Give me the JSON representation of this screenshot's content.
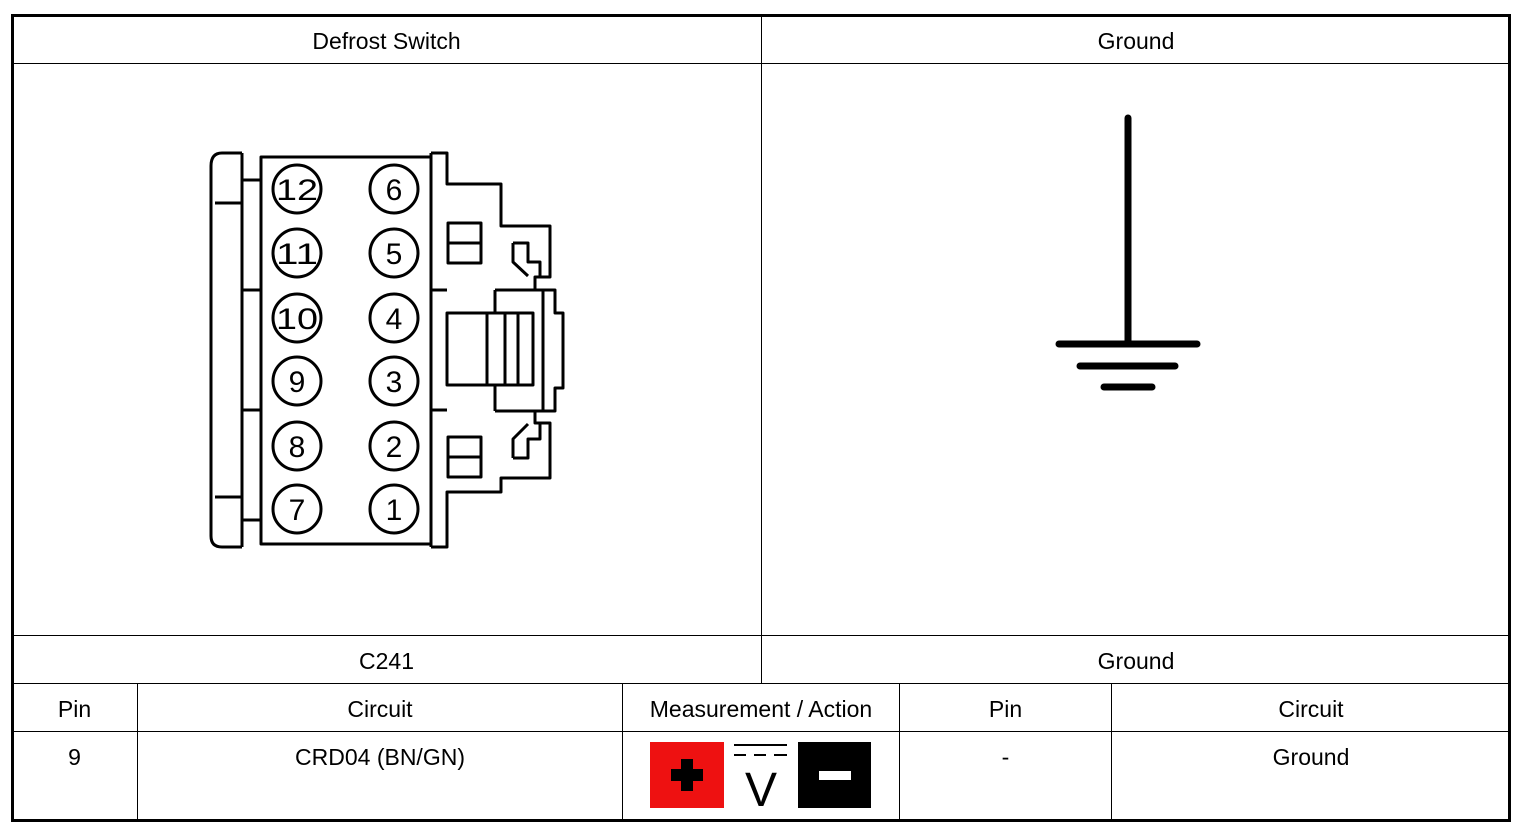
{
  "headers": {
    "left_title": "Defrost Switch",
    "right_title": "Ground",
    "left_connector": "C241",
    "right_connector": "Ground"
  },
  "connector": {
    "pins_left_column": [
      "12",
      "11",
      "10",
      "9",
      "8",
      "7"
    ],
    "pins_right_column": [
      "6",
      "5",
      "4",
      "3",
      "2",
      "1"
    ]
  },
  "table": {
    "columns": [
      "Pin",
      "Circuit",
      "Measurement / Action",
      "Pin",
      "Circuit"
    ],
    "rows": [
      {
        "pin_a": "9",
        "circuit_a": "CRD04 (BN/GN)",
        "pin_b": "-",
        "circuit_b": "Ground"
      }
    ]
  },
  "measurement_icons": {
    "positive_color": "#ee1111",
    "negative_color": "#000000",
    "positive_symbol": "+",
    "voltmeter_symbol": "V",
    "negative_symbol": "−"
  }
}
